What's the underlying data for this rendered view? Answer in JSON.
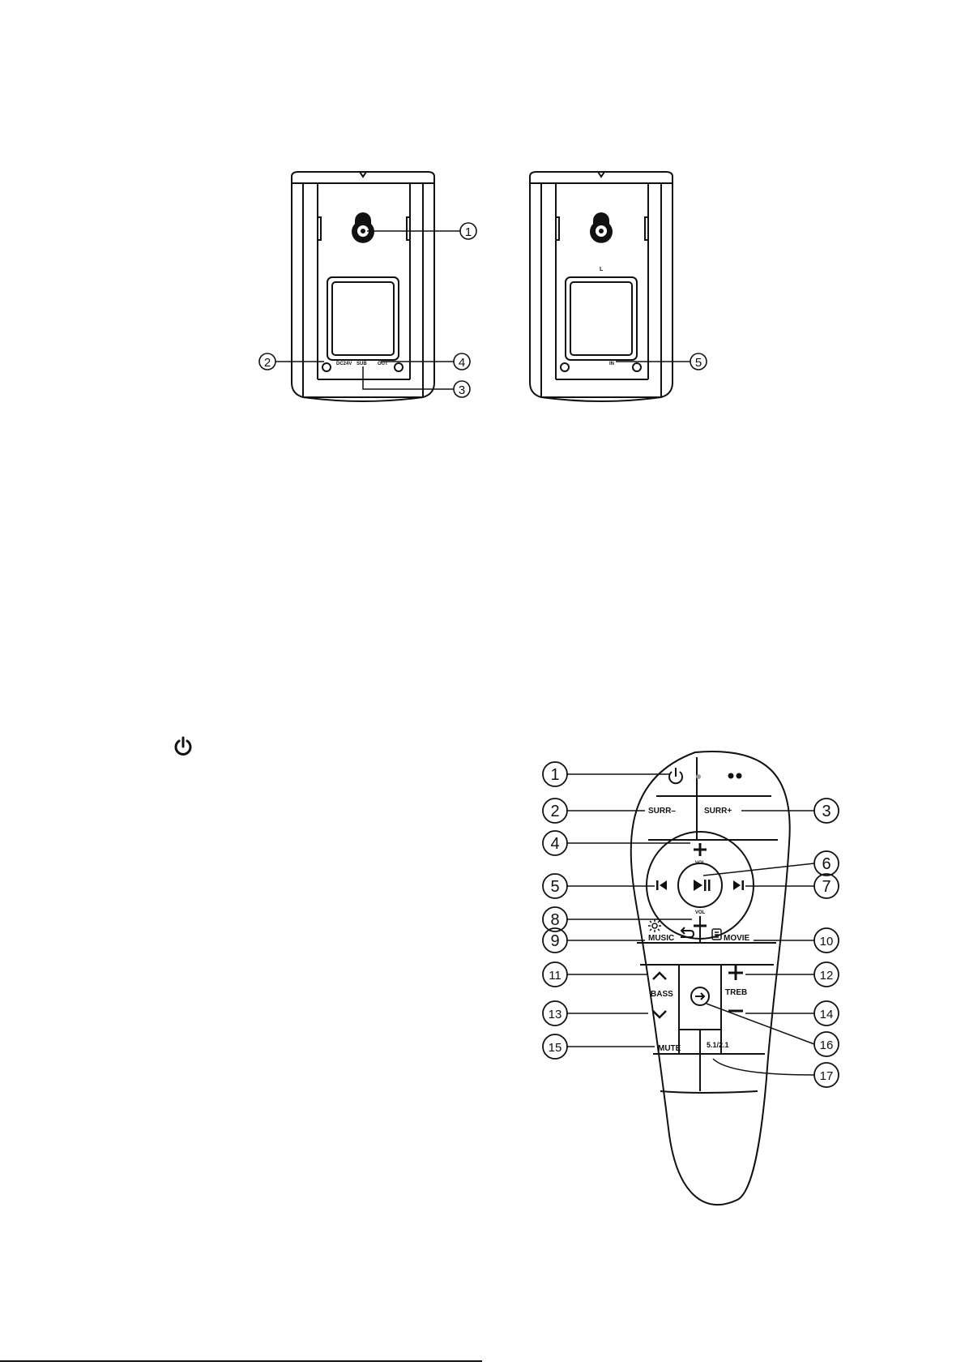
{
  "speakers": {
    "callouts": [
      "①",
      "②",
      "③",
      "④",
      "⑤"
    ],
    "port_labels": {
      "dc": "DC24V",
      "sub": "SUB",
      "out": "OUT",
      "in": "IN",
      "channel": "L"
    }
  },
  "remote": {
    "callouts": [
      "①",
      "②",
      "③",
      "④",
      "⑤",
      "⑥",
      "⑦",
      "⑧",
      "⑨",
      "⑩",
      "⑪",
      "⑫",
      "⑬",
      "⑭",
      "⑮",
      "⑯",
      "⑰"
    ],
    "labels": {
      "surr_minus": "SURR–",
      "surr_plus": "SURR+",
      "vol_top": "VOL",
      "vol_bottom": "VOL",
      "music": "MUSIC",
      "movie": "MOVIE",
      "bass": "BASS",
      "treb": "TREB",
      "mute": "MUTE",
      "mode": "5.1/2.1"
    }
  },
  "icons": {
    "power": "power-icon"
  }
}
